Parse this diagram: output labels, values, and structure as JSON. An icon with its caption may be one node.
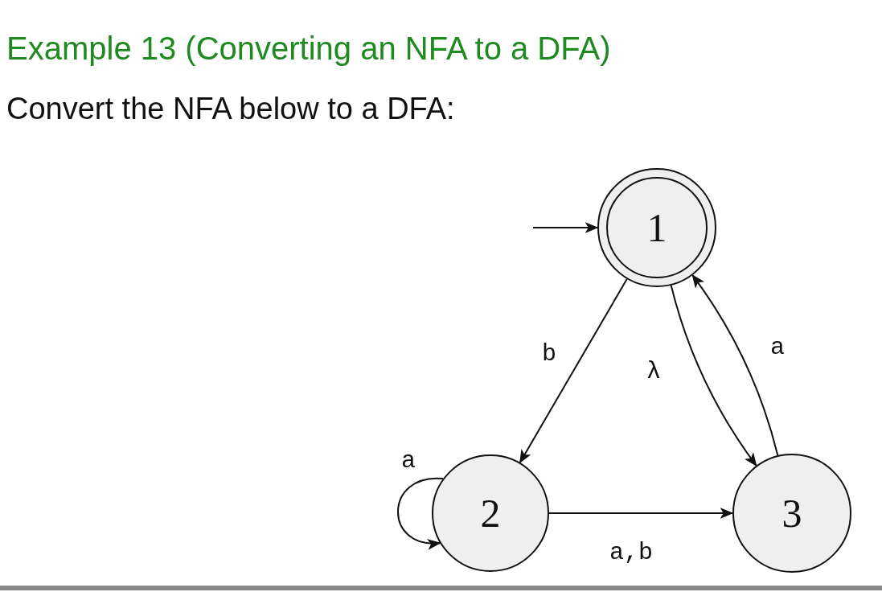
{
  "diagram": {
    "title": "Example 13 (Converting an NFA to a DFA)",
    "caption": "Convert the NFA below to a DFA:",
    "nodes": [
      {
        "text": [
          "1"
        ]
      },
      {
        "text": [
          "2"
        ]
      },
      {
        "text": [
          "3"
        ]
      }
    ],
    "edges": [
      {
        "from": null,
        "to": 0,
        "arrow": "to"
      },
      {
        "from": 0,
        "to": 1,
        "arrow": "to",
        "label": "b"
      },
      {
        "from": 0,
        "to": 2,
        "arrow": "to",
        "label": "λ"
      },
      {
        "from": 2,
        "to": 0,
        "arrow": "to",
        "label": "a"
      },
      {
        "from": 1,
        "to": 1,
        "arrow": "to",
        "label": "a"
      },
      {
        "from": 1,
        "to": 2,
        "arrow": "to",
        "label": "a,b"
      }
    ]
  }
}
